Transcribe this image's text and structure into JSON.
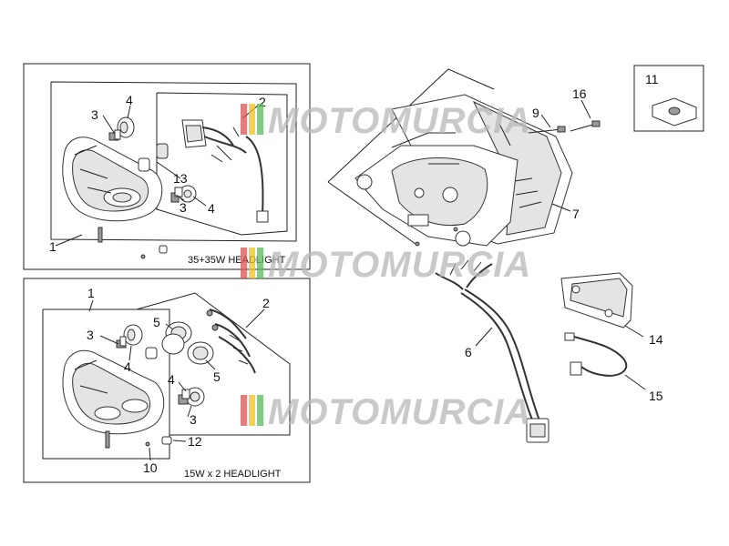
{
  "boxes": {
    "top_left_caption": "35+35W  HEADLIGHT",
    "bottom_left_caption": "15W x 2  HEADLIGHT"
  },
  "callouts": {
    "top": [
      "1",
      "2",
      "3",
      "4",
      "13",
      "3",
      "4"
    ],
    "bottom": [
      "1",
      "2",
      "3",
      "4",
      "5",
      "5",
      "4",
      "3",
      "12",
      "10"
    ],
    "right": [
      "9",
      "16",
      "7",
      "6",
      "11",
      "14",
      "15"
    ]
  },
  "watermark": {
    "text": "MOTOMURCIA",
    "stripe_colors": [
      "#d9534f",
      "#f0c419",
      "#5cb85c"
    ]
  }
}
